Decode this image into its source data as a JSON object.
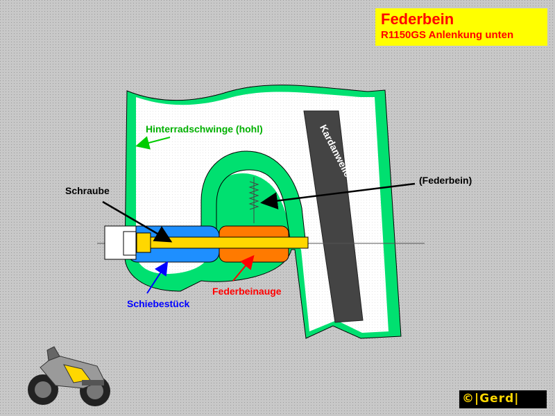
{
  "title": "Federbein",
  "subtitle": "R1150GS Anlenkung unten",
  "labels": {
    "swingarm": "Hinterradschwinge (hohl)",
    "driveshaft": "Kardanwelle",
    "shock": "(Federbein)",
    "bolt": "Schraube",
    "slider": "Schiebestück",
    "eye": "Federbeinauge"
  },
  "copyright": "©|Gerd|",
  "colors": {
    "background": "#c8c8c8",
    "swingarm": "#00e070",
    "slider": "#1e8fff",
    "eye": "#ff7a00",
    "bolt": "#ffd700",
    "driveshaft": "#444444",
    "title_bg": "#ffff00",
    "title_text": "#ff0000",
    "label_green": "#00b000",
    "label_blue": "#0000ff",
    "label_red": "#ff0000"
  },
  "icons": [
    "motorcycle-icon",
    "copyright-logo"
  ]
}
